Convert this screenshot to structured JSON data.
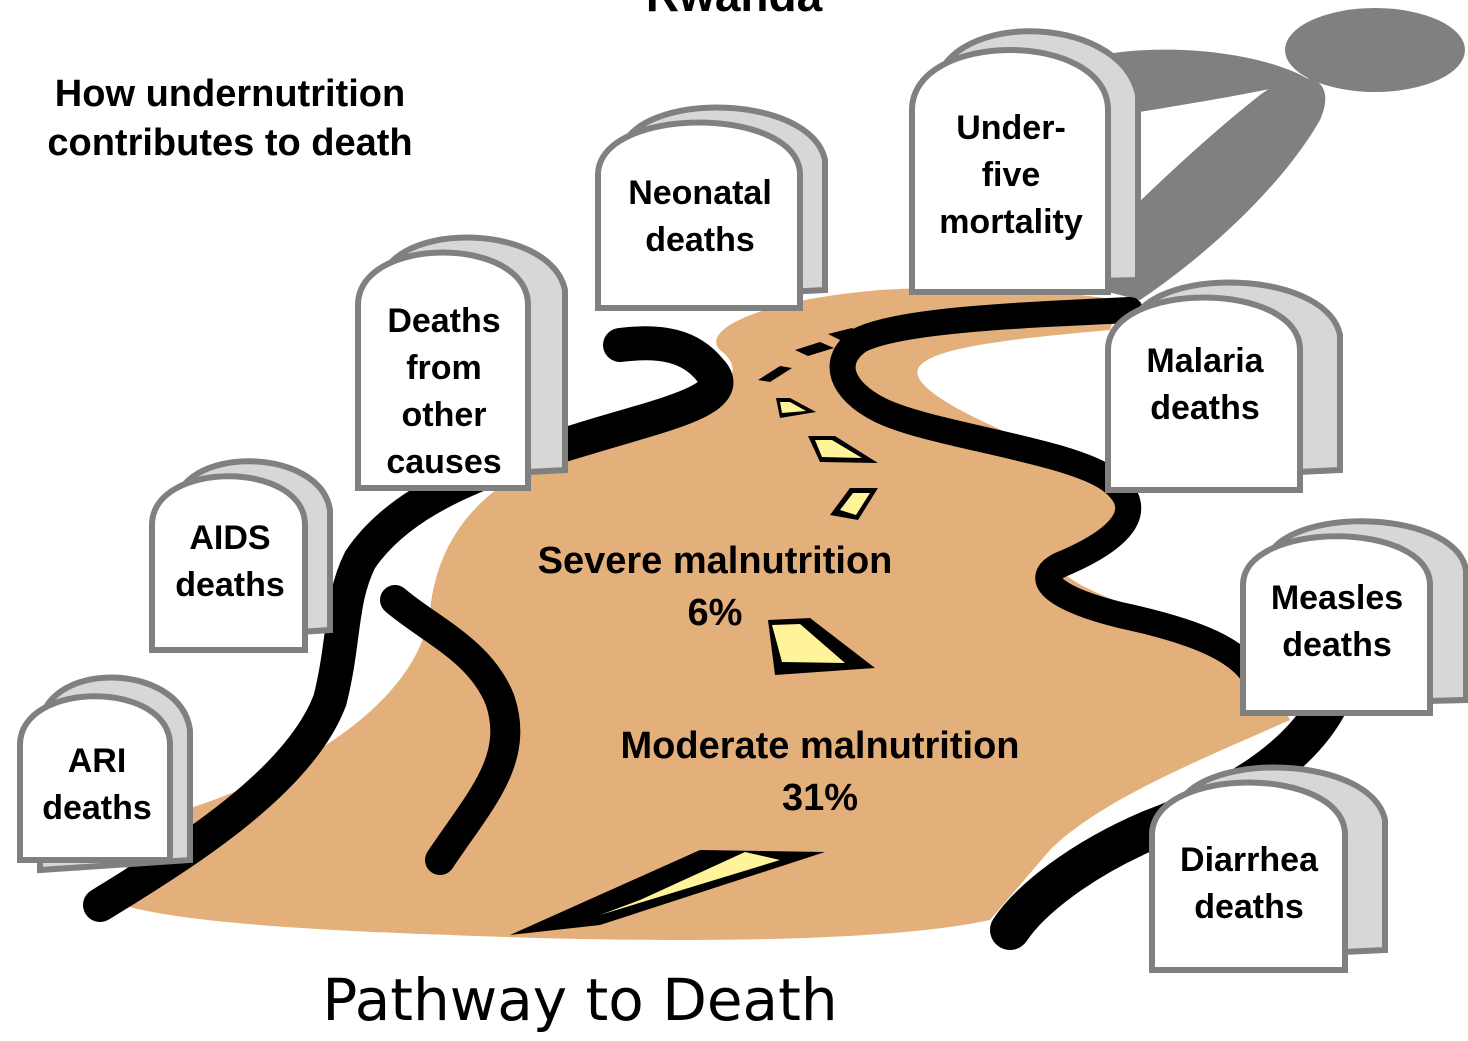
{
  "title": "Rwanda",
  "subtitle": "How undernutrition\ncontributes to death",
  "footer": "Pathway to Death",
  "road_labels": {
    "severe": "Severe malnutrition\n6%",
    "moderate": "Moderate malnutrition\n31%"
  },
  "tombstones": [
    {
      "key": "ari",
      "label": "ARI\ndeaths"
    },
    {
      "key": "aids",
      "label": "AIDS\ndeaths"
    },
    {
      "key": "other",
      "label": "Deaths\nfrom\nother\ncauses"
    },
    {
      "key": "neonatal",
      "label": "Neonatal\ndeaths"
    },
    {
      "key": "under-five",
      "label": "Under-\nfive\nmortality"
    },
    {
      "key": "malaria",
      "label": "Malaria\ndeaths"
    },
    {
      "key": "measles",
      "label": "Measles\ndeaths"
    },
    {
      "key": "diarrhea",
      "label": "Diarrhea\ndeaths"
    }
  ],
  "colors": {
    "road": "#e3b07b",
    "road_edge": "#000000",
    "stripe": "#fff49a",
    "stone_face": "#ffffff",
    "stone_side": "#d7d7d7",
    "stone_outline": "#808080",
    "shadow": "#808080"
  }
}
